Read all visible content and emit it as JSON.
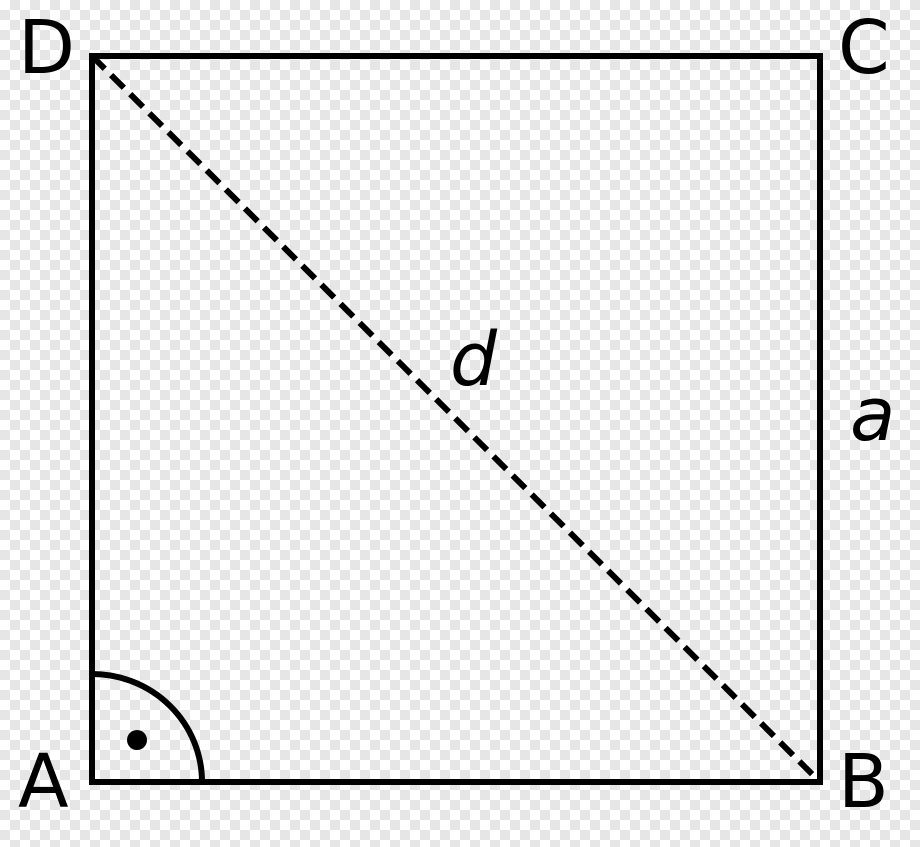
{
  "labels": {
    "vertex_a": "A",
    "vertex_b": "B",
    "vertex_c": "C",
    "vertex_d": "D",
    "diagonal": "d",
    "side": "a"
  },
  "colors": {
    "stroke": "#000000",
    "background": "#ffffff",
    "checker": "#e6e6e6"
  }
}
